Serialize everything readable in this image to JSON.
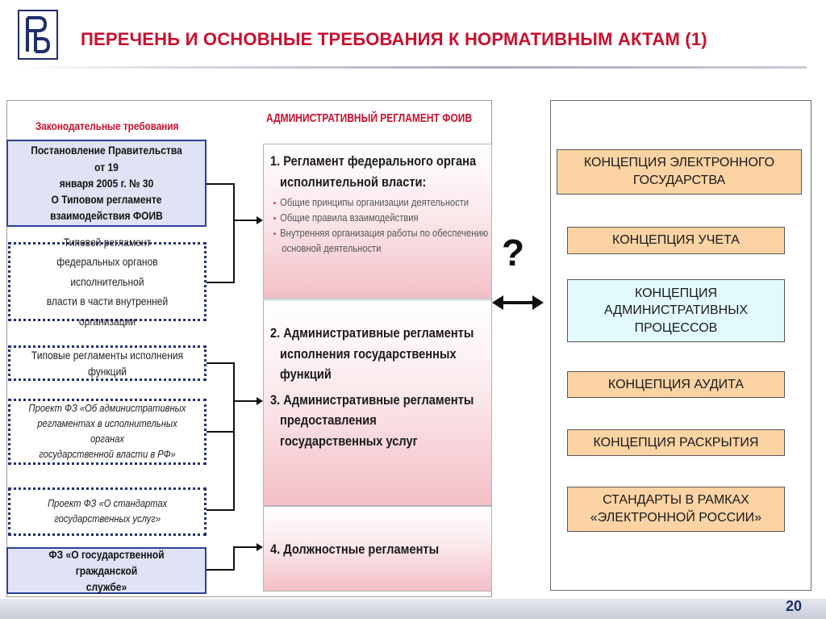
{
  "header": {
    "title": "ПЕРЕЧЕНЬ И ОСНОВНЫЕ ТРЕБОВАНИЯ К НОРМАТИВНЫМ АКТАМ (1)",
    "logo_letters": "ВШЭ"
  },
  "left_panel": {
    "legislative_heading": "Законодательные требования",
    "admin_heading": "АДМИНИСТРАТИВНЫЙ РЕГЛАМЕНТ ФОИВ",
    "sources": [
      {
        "lines": [
          "Постановление Правительства от 19",
          "января 2005 г. № 30",
          "О Типовом регламенте",
          "взаимодействия ФОИВ"
        ]
      },
      {
        "lines": [
          "Типовой регламент",
          "федеральных органов исполнительной",
          "власти в части внутренней организации"
        ]
      },
      {
        "lines": [
          "Типовые регламенты исполнения функций"
        ]
      },
      {
        "lines": [
          "Проект ФЗ «Об административных",
          "регламентах в исполнительных органах",
          "государственной власти в РФ»"
        ]
      },
      {
        "lines": [
          "Проект ФЗ «О стандартах",
          "государственных услуг»"
        ]
      },
      {
        "lines": [
          "ФЗ «О государственной гражданской",
          "службе»"
        ]
      }
    ],
    "regulations": {
      "r1_title": [
        "1. Регламент федерального органа",
        "исполнительной власти:"
      ],
      "r1_bullets": [
        "Общие принципы организации деятельности",
        "Общие правила взаимодействия",
        "Внутренняя организация работы по обеспечению",
        "основной деятельности"
      ],
      "r2_title": [
        "2. Административные регламенты",
        "исполнения государственных",
        "функций"
      ],
      "r3_title": [
        "3. Административные регламенты",
        "предоставления",
        "государственных услуг"
      ],
      "r4_title": "4. Должностные регламенты"
    }
  },
  "question_mark": "?",
  "concepts": [
    {
      "lines": [
        "КОНЦЕПЦИЯ ЭЛЕКТРОННОГО",
        "ГОСУДАРСТВА"
      ]
    },
    {
      "lines": [
        "КОНЦЕПЦИЯ УЧЕТА"
      ]
    },
    {
      "lines": [
        "КОНЦЕПЦИЯ",
        "АДМИНИСТРАТИВНЫХ",
        "ПРОЦЕССОВ"
      ]
    },
    {
      "lines": [
        "КОНЦЕПЦИЯ АУДИТА"
      ]
    },
    {
      "lines": [
        "КОНЦЕПЦИЯ РАСКРЫТИЯ"
      ]
    },
    {
      "lines": [
        "СТАНДАРТЫ В РАМКАХ",
        "«ЭЛЕКТРОННОЙ РОССИИ»"
      ]
    }
  ],
  "colors": {
    "title_red": "#c8102e",
    "navy": "#2e3f99",
    "orange_fill": "#fbd3a4",
    "cyan_fill": "#e3fafc",
    "pink_fill": "#f2bfc6"
  },
  "footer": {
    "page_number": "20"
  }
}
